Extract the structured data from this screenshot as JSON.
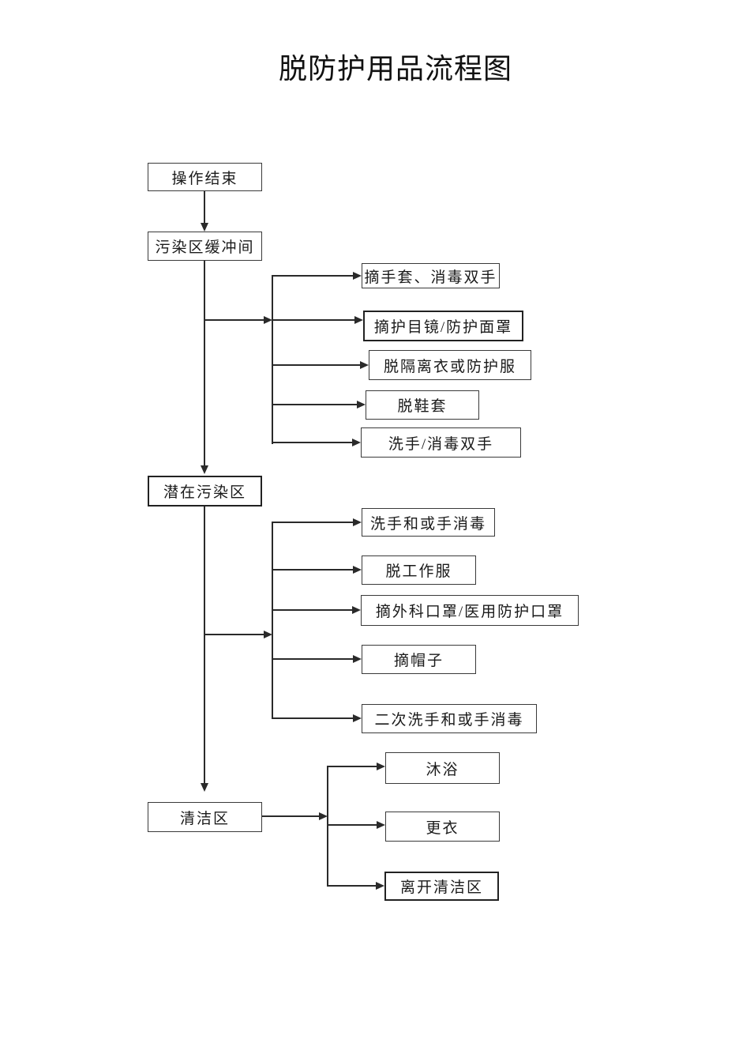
{
  "title": "脱防护用品流程图",
  "colors": {
    "page_background": "#ffffff",
    "line": "#2a2a2a",
    "box_border": "#3a3a3a",
    "text": "#1a1a1a"
  },
  "flowchart": {
    "zones": [
      {
        "id": "operation-end",
        "label": "操作结束",
        "steps": []
      },
      {
        "id": "contamination-buffer-room",
        "label": "污染区缓冲间",
        "steps": [
          {
            "label": "摘手套、消毒双手"
          },
          {
            "label": "摘护目镜/防护面罩",
            "emphasized": true
          },
          {
            "label": "脱隔离衣或防护服"
          },
          {
            "label": "脱鞋套"
          },
          {
            "label": "洗手/消毒双手"
          }
        ]
      },
      {
        "id": "potentially-contaminated-area",
        "label": "潜在污染区",
        "emphasized": true,
        "steps": [
          {
            "label": "洗手和或手消毒"
          },
          {
            "label": "脱工作服"
          },
          {
            "label": "摘外科口罩/医用防护口罩"
          },
          {
            "label": "摘帽子"
          },
          {
            "label": "二次洗手和或手消毒"
          }
        ]
      },
      {
        "id": "clean-area",
        "label": "清洁区",
        "steps": [
          {
            "label": "沐浴"
          },
          {
            "label": "更衣"
          },
          {
            "label": "离开清洁区",
            "emphasized": true
          }
        ]
      }
    ]
  }
}
